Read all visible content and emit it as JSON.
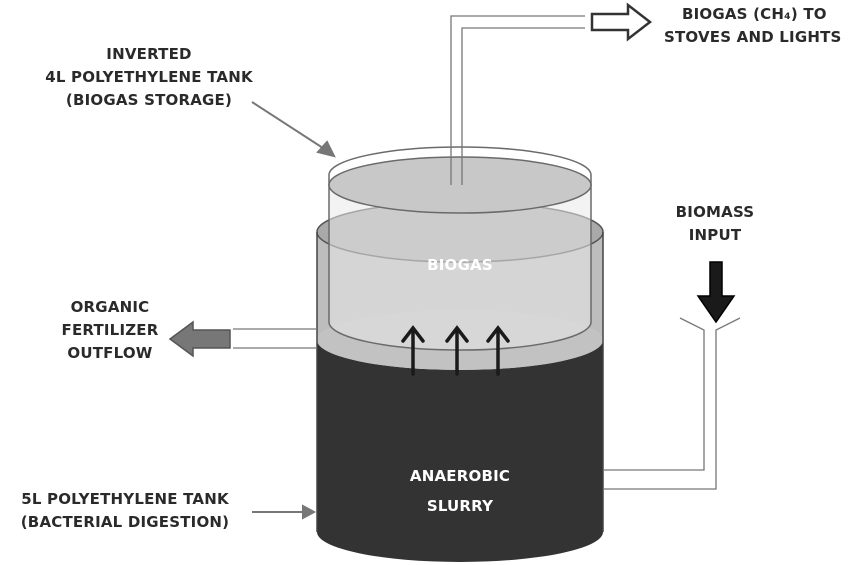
{
  "labels": {
    "storage_tank": [
      "INVERTED",
      "4L POLYETHYLENE TANK",
      "(BIOGAS STORAGE)"
    ],
    "biogas_output": [
      "BIOGAS (CH₄) TO",
      "STOVES AND LIGHTS"
    ],
    "biomass_input": [
      "BIOMASS",
      "INPUT"
    ],
    "fertilizer_outflow": [
      "ORGANIC",
      "FERTILIZER",
      "OUTFLOW"
    ],
    "digestion_tank": [
      "5L POLYETHYLENE TANK",
      "(BACTERIAL DIGESTION)"
    ],
    "biogas_region": "BIOGAS",
    "slurry_region": [
      "ANAEROBIC",
      "SLURRY"
    ]
  },
  "colors": {
    "slurry": "#333333",
    "biogas_zone": "#bfbfbf",
    "gas_surface": "#c2c2c2",
    "arrow_fill_gray": "#777777",
    "arrow_fill_black": "#1a1a1a",
    "outline": "#6a6a6a"
  },
  "icons": {
    "biogas_output_arrow": "hollow-right-arrow-icon",
    "fertilizer_arrow": "gray-left-arrow-icon",
    "biomass_arrow": "black-down-arrow-icon",
    "gas_rise_arrows": "up-arrow-icon"
  }
}
